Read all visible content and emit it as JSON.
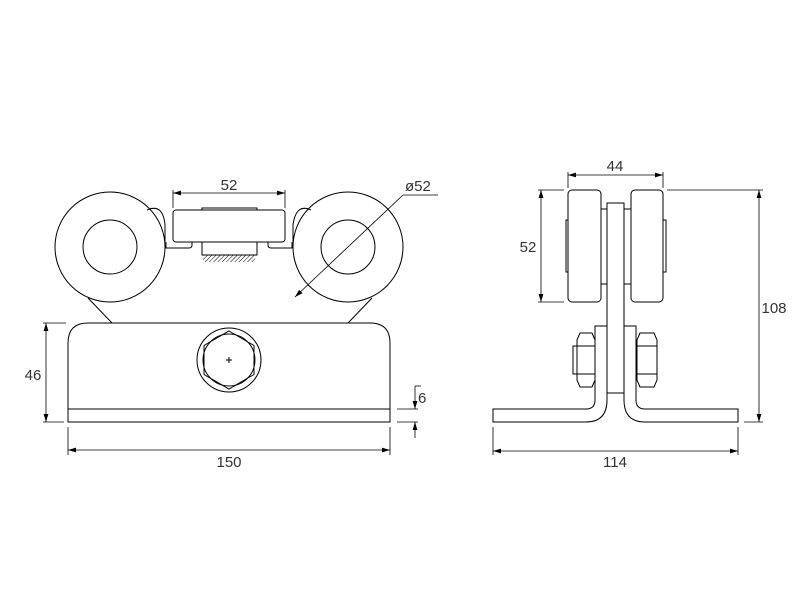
{
  "front_view": {
    "dim_top_width": "52",
    "dim_wheel_diameter": "ø52",
    "dim_height": "46",
    "dim_plate_thickness": "6",
    "dim_total_width": "150"
  },
  "side_view": {
    "dim_wheel_span": "44",
    "dim_wheel_height": "52",
    "dim_total_height": "108",
    "dim_base_width": "114"
  },
  "colors": {
    "line": "#000000",
    "text": "#333333"
  }
}
